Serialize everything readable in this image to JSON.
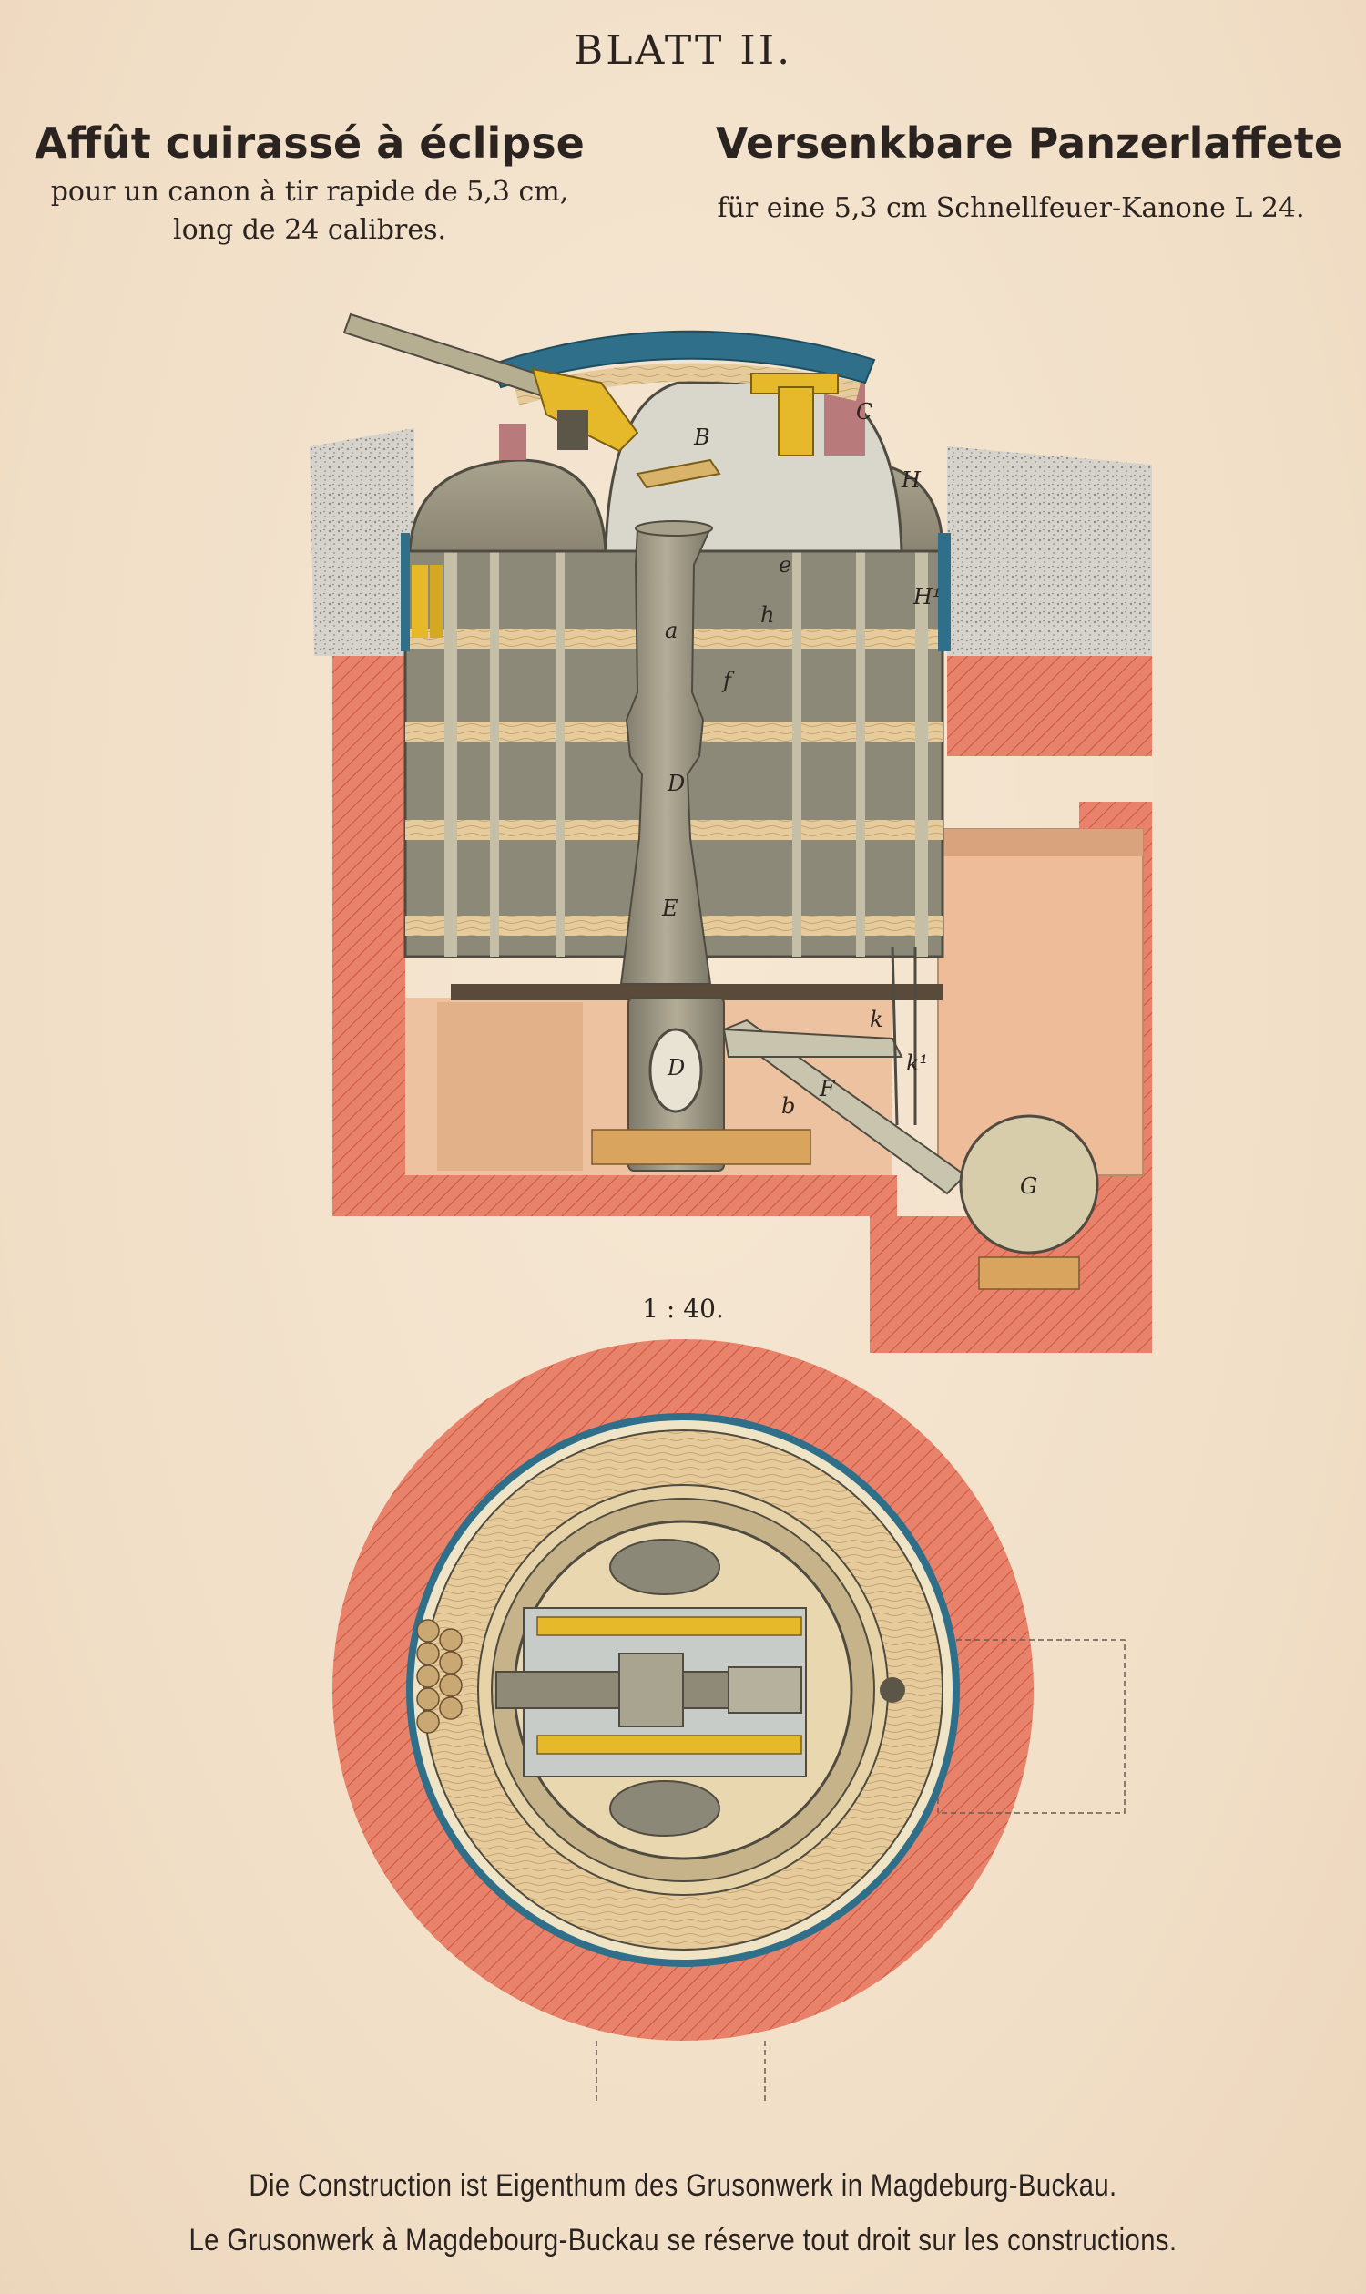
{
  "header": {
    "plate": "BLATT II.",
    "title_fr": "Affût cuirassé à éclipse",
    "subtitle_fr_1": "pour un canon à tir rapide de 5,3 cm,",
    "subtitle_fr_2": "long de 24 calibres.",
    "title_de": "Versenkbare Panzerlaffete",
    "subtitle_de": "für eine 5,3 cm Schnellfeuer-Kanone L 24."
  },
  "labels": {
    "B": "B",
    "C": "C",
    "H": "H",
    "H1": "H¹",
    "a": "a",
    "e": "e",
    "h": "h",
    "f": "f",
    "D": "D",
    "E": "E",
    "D2": "D",
    "b": "b",
    "F": "F",
    "k": "k",
    "k1": "k¹",
    "G": "G"
  },
  "scale": "1 : 40.",
  "footer": {
    "line_de": "Die Construction ist Eigenthum des Grusonwerk in Magdeburg-Buckau.",
    "line_fr": "Le Grusonwerk à Magdebourg-Buckau se réserve tout droit sur les constructions."
  },
  "colors": {
    "paper": "#f3e2cc",
    "masonry": "#e8826a",
    "armor_blue": "#2f6f8a",
    "iron_gray": "#8f8a78",
    "brass_yellow": "#e5b92a",
    "wood": "#e8cfa6",
    "stone_gray": "#d4d0c8"
  }
}
